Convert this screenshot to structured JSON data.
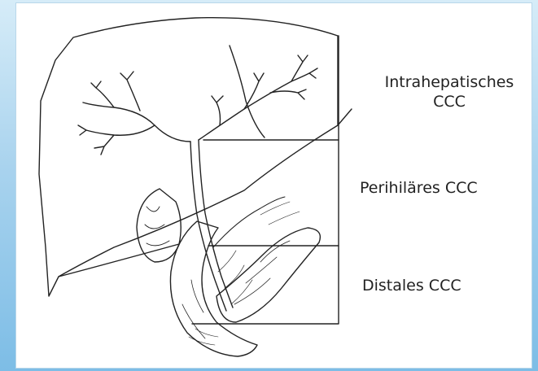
{
  "labels": {
    "intrahepatic_line1": "Intrahepatisches",
    "intrahepatic_line2": "CCC",
    "perihilar": "Perihiläres CCC",
    "distal": "Distales CCC"
  },
  "colors": {
    "background_top": "#d6ecf8",
    "background_bottom": "#7dbde6",
    "frame": "#ffffff",
    "ink": "#222222"
  }
}
